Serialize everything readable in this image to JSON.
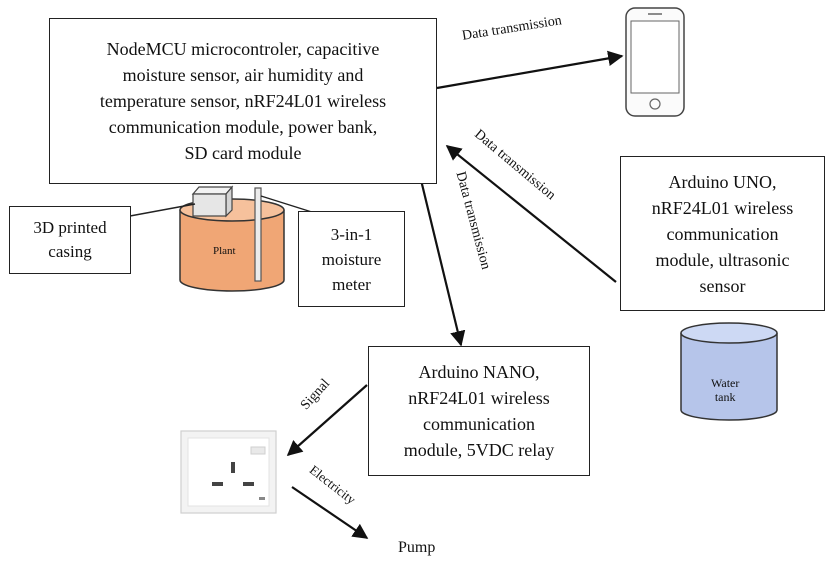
{
  "boxes": {
    "nodemcu": "NodeMCU microcontroler, capacitive\nmoisture sensor, air humidity and\ntemperature sensor, nRF24L01 wireless\ncommunication module, power bank,\nSD card module",
    "casing": "3D printed\ncasing",
    "meter": "3-in-1\nmoisture\nmeter",
    "uno": "Arduino UNO,\nnRF24L01 wireless\ncommunication\nmodule, ultrasonic\nsensor",
    "nano": "Arduino NANO,\nnRF24L01 wireless\ncommunication\nmodule, 5VDC relay"
  },
  "labels": {
    "plant": "Plant",
    "water_tank": "Water\ntank",
    "pump": "Pump",
    "tx_phone": "Data transmission",
    "tx_uno": "Data transmission",
    "tx_nano": "Data transmission",
    "signal": "Signal",
    "electricity": "Electricity"
  }
}
